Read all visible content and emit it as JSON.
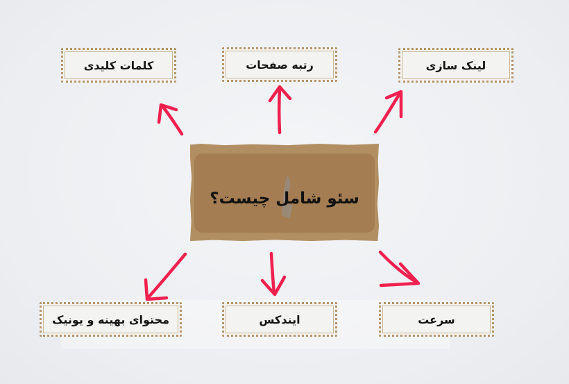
{
  "diagram": {
    "center": {
      "title": "سئو شامل چیست؟"
    },
    "nodes": [
      {
        "id": "keywords",
        "label": "کلمات کلیدی"
      },
      {
        "id": "page-rank",
        "label": "رتبه صفحات"
      },
      {
        "id": "link-building",
        "label": "لینک سازی"
      },
      {
        "id": "unique-content",
        "label": "محتوای بهینه و یونیک"
      },
      {
        "id": "index",
        "label": "ایندکس"
      },
      {
        "id": "speed",
        "label": "سرعت"
      }
    ],
    "colors": {
      "arrow": "#f0204f",
      "card": "#b28f62",
      "card_inner": "#a47d52",
      "node_border": "#b5956a",
      "node_bg": "#f3f3f2"
    }
  }
}
